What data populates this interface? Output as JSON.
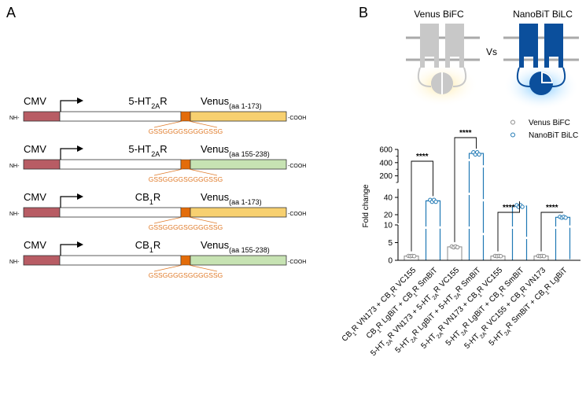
{
  "panel_a": {
    "letter": "A",
    "linker": "GSSGGGGSGGGGSSG",
    "promoter": "CMV",
    "nh_label": "NH-",
    "cooh_label": "-COOH",
    "constructs": [
      {
        "receptor_main": "5-HT",
        "receptor_sub": "2A",
        "receptor_tail": "R",
        "venus_sub": "(aa 1-173)",
        "fragment_color": "#f7d070"
      },
      {
        "receptor_main": "5-HT",
        "receptor_sub": "2A",
        "receptor_tail": "R",
        "venus_sub": "(aa 155-238)",
        "fragment_color": "#c7e3b3"
      },
      {
        "receptor_main": "CB",
        "receptor_sub": "1",
        "receptor_tail": "R",
        "venus_sub": "(aa 1-173)",
        "fragment_color": "#f7d070"
      },
      {
        "receptor_main": "CB",
        "receptor_sub": "1",
        "receptor_tail": "R",
        "venus_sub": "(aa 155-238)",
        "fragment_color": "#c7e3b3"
      }
    ],
    "venus": "Venus",
    "colors": {
      "promoter_box": "#b85c64",
      "linker_box": "#e36c0a",
      "linker_text": "#e07b2a"
    }
  },
  "panel_b": {
    "letter": "B",
    "scheme_left": "Venus BiFC",
    "scheme_vs": "Vs",
    "scheme_right": "NanoBiT BiLC",
    "legend": [
      {
        "label": "Venus BiFC",
        "color": "#8a8a8a"
      },
      {
        "label": "NanoBiT BiLC",
        "color": "#1f78b4"
      }
    ],
    "significance": "****",
    "colors": {
      "venus": "#8a8a8a",
      "nanobit": "#1f78b4",
      "scheme_grey": "#c8c8c8",
      "scheme_blue": "#0b4f9c"
    }
  },
  "chart_data": {
    "type": "bar",
    "ylabel": "Fold change",
    "yaxis_segments": [
      {
        "range": [
          0,
          10
        ],
        "ticks": [
          0,
          5,
          10
        ]
      },
      {
        "range": [
          10,
          50
        ],
        "ticks": [
          20,
          40
        ]
      },
      {
        "range": [
          100,
          600
        ],
        "ticks": [
          200,
          400,
          600
        ]
      }
    ],
    "yticks": [
      "0",
      "5",
      "10",
      "20",
      "40",
      "200",
      "400",
      "600"
    ],
    "categories": [
      {
        "pre": "CB",
        "s1": "1",
        "m1": "R VN173 + CB",
        "s2": "1",
        "post": "R VC155"
      },
      {
        "pre": "CB",
        "s1": "1",
        "m1": "R LgBiT + CB",
        "s2": "1",
        "post": "R SmBiT"
      },
      {
        "pre": "5-HT",
        "s1": "2A",
        "m1": "R VN173 + 5-HT",
        "s2": "2A",
        "post": "R VC155"
      },
      {
        "pre": "5-HT",
        "s1": "2A",
        "m1": "R LgBiT + 5-HT",
        "s2": "2A",
        "post": "R SmBiT"
      },
      {
        "pre": "5-HT",
        "s1": "2A",
        "m1": "R VN173 + CB",
        "s2": "1",
        "post": "R VC155"
      },
      {
        "pre": "5-HT",
        "s1": "2A",
        "m1": "R LgBiT + CB",
        "s2": "1",
        "post": "R SmBiT"
      },
      {
        "pre": "5-HT",
        "s1": "2A",
        "m1": "R VC155 + CB",
        "s2": "1",
        "post": "R VN173"
      },
      {
        "pre": "5-HT",
        "s1": "2A",
        "m1": "R SmBiT + CB",
        "s2": "1",
        "post": "R LgBiT"
      }
    ],
    "series": [
      {
        "name": "Venus BiFC",
        "bar_indices": [
          0,
          2,
          4,
          6
        ],
        "values": [
          1.2,
          3.8,
          1.2,
          1.2
        ]
      },
      {
        "name": "NanoBiT BiLC",
        "bar_indices": [
          1,
          3,
          5,
          7
        ],
        "values": [
          36,
          540,
          30,
          17
        ]
      }
    ],
    "legend_position": "top-right",
    "grid": false
  }
}
